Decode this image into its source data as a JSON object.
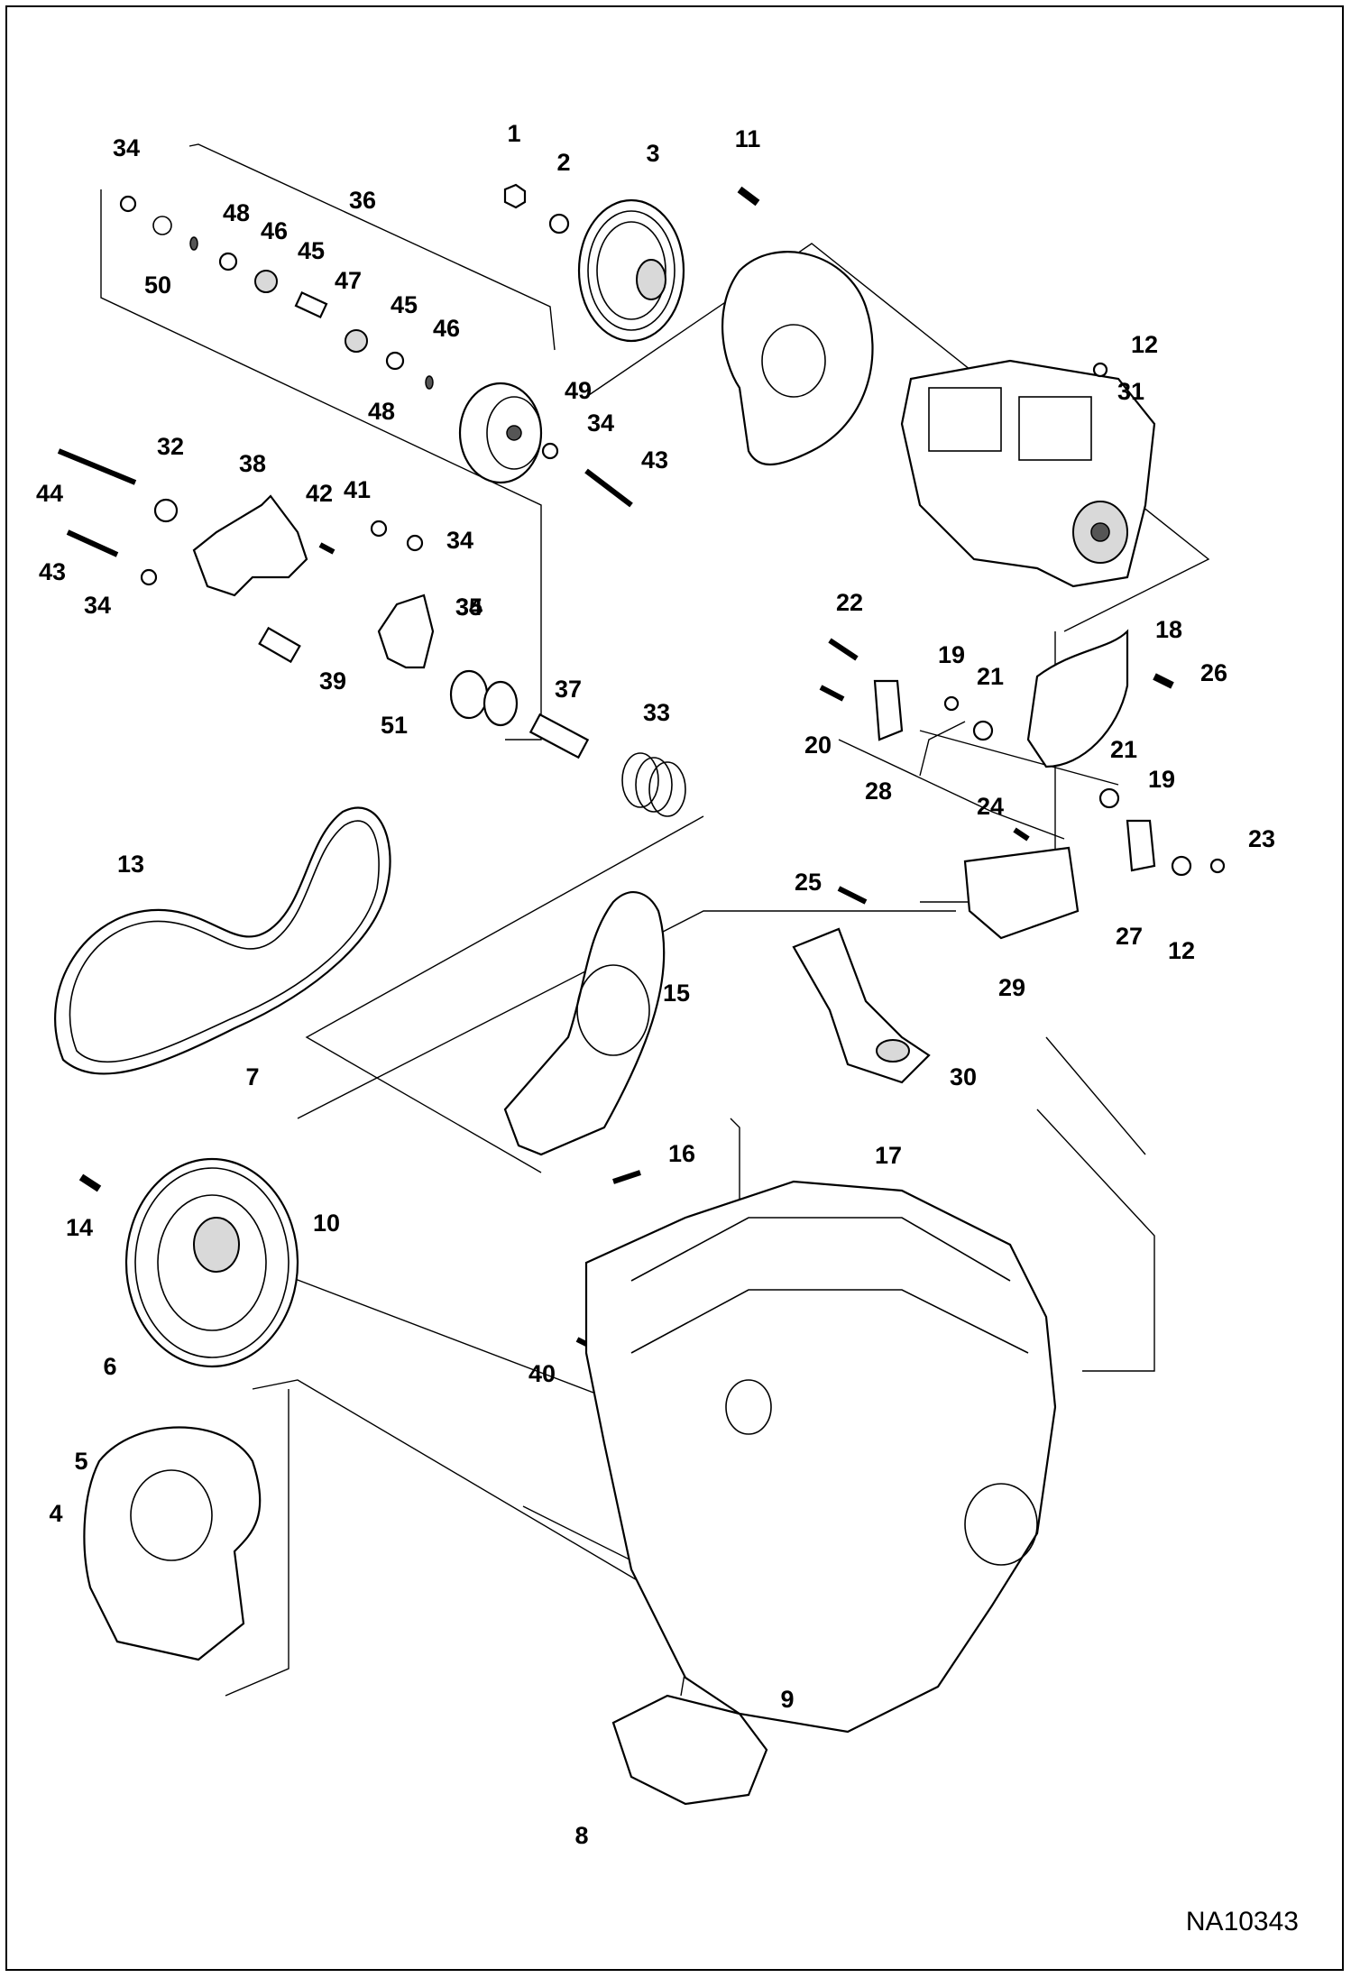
{
  "diagram": {
    "reference_code": "NA10343",
    "callouts": [
      "1",
      "2",
      "3",
      "4",
      "5",
      "6",
      "7",
      "8",
      "9",
      "10",
      "11",
      "12",
      "12",
      "13",
      "14",
      "15",
      "16",
      "17",
      "18",
      "19",
      "19",
      "20",
      "21",
      "21",
      "22",
      "23",
      "24",
      "25",
      "26",
      "27",
      "28",
      "29",
      "30",
      "31",
      "32",
      "33",
      "34",
      "34",
      "34",
      "34",
      "34",
      "35",
      "36",
      "37",
      "38",
      "39",
      "40",
      "41",
      "42",
      "43",
      "43",
      "44",
      "45",
      "45",
      "46",
      "46",
      "47",
      "48",
      "48",
      "49",
      "50",
      "51"
    ]
  }
}
